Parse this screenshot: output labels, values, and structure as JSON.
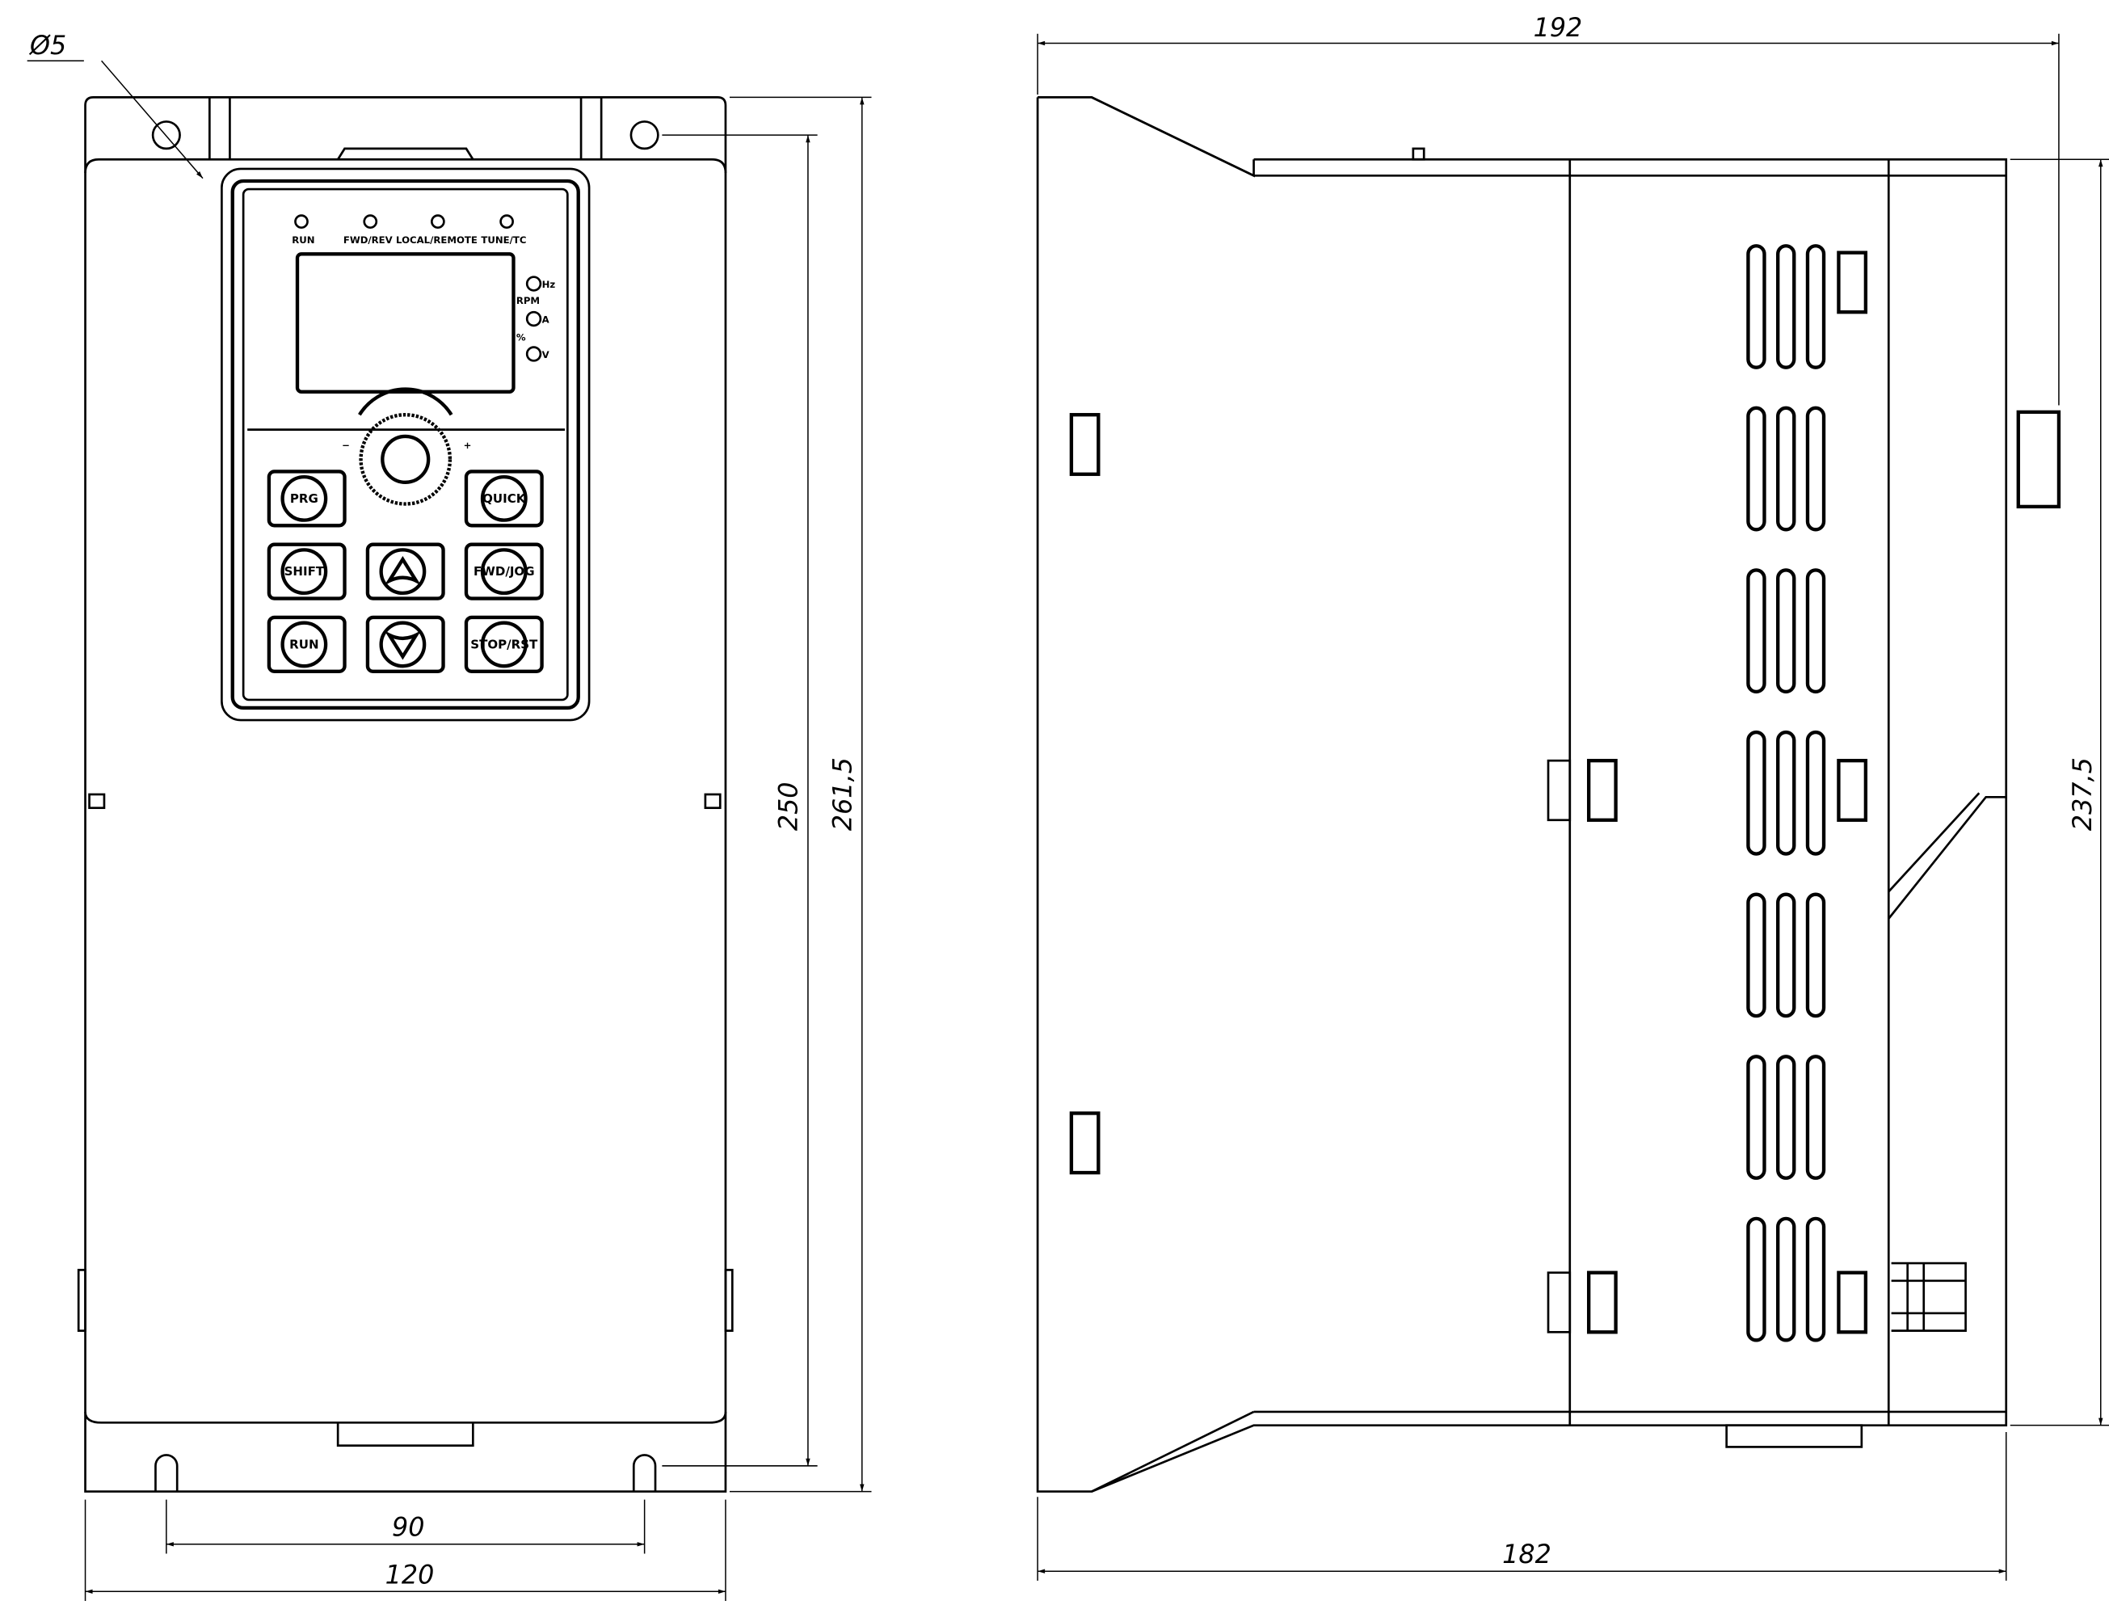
{
  "front_view": {
    "hole_dim": "Ø5",
    "width_inner": "90",
    "width_total": "120",
    "height_holes": "250",
    "height_total": "261,5",
    "keypad": {
      "indicators": [
        "RUN",
        "FWD/REV",
        "LOCAL/REMOTE",
        "TUNE/TC"
      ],
      "units": [
        "Hz",
        "RPM",
        "A",
        "%",
        "V"
      ],
      "keys": [
        "PRG",
        "QUICK",
        "SHIFT",
        "▲",
        "FWD/JOG",
        "RUN",
        "▼",
        "STOP/RST"
      ],
      "knob_marks": [
        "−",
        "+"
      ]
    }
  },
  "side_view": {
    "depth_total": "192",
    "depth_body": "182",
    "height": "237,5"
  }
}
